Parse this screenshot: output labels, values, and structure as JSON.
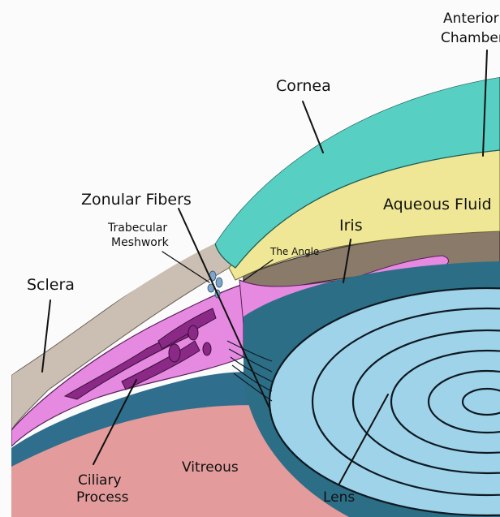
{
  "labels": {
    "anterior_chamber_line1": "Anterior",
    "anterior_chamber_line2": "Chamber",
    "cornea": "Cornea",
    "zonular_fibers": "Zonular Fibers",
    "aqueous_fluid": "Aqueous Fluid",
    "iris": "Iris",
    "trabecular_line1": "Trabecular",
    "trabecular_line2": "Meshwork",
    "the_angle": "The Angle",
    "sclera": "Sclera",
    "ciliary_line1": "Ciliary",
    "ciliary_line2": "Process",
    "vitreous": "Vitreous",
    "lens": "Lens"
  },
  "colors": {
    "background": "#fbfbfb",
    "sclera": "#cbbfb3",
    "cornea": "#57cfc2",
    "aqueous": "#efe795",
    "iris": "#8a7a6a",
    "ciliary_pink": "#e58ae0",
    "ciliary_dark": "#8a2a86",
    "lens_outer": "#2d6e87",
    "lens_inner": "#9fd3ea",
    "vitreous": "#e39b9b"
  }
}
